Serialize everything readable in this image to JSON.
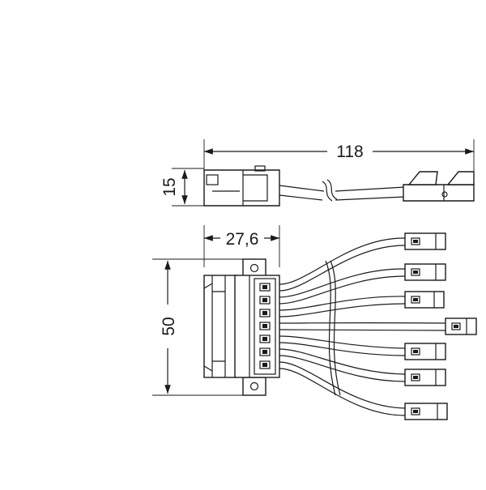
{
  "dimensions": {
    "overall_length": "118",
    "height_side": "15",
    "connector_width": "27,6",
    "connector_height": "50"
  },
  "colors": {
    "stroke": "#1a1a1a",
    "background": "#ffffff"
  },
  "connector": {
    "pin_count": 7,
    "branch_cable_count": 7
  }
}
